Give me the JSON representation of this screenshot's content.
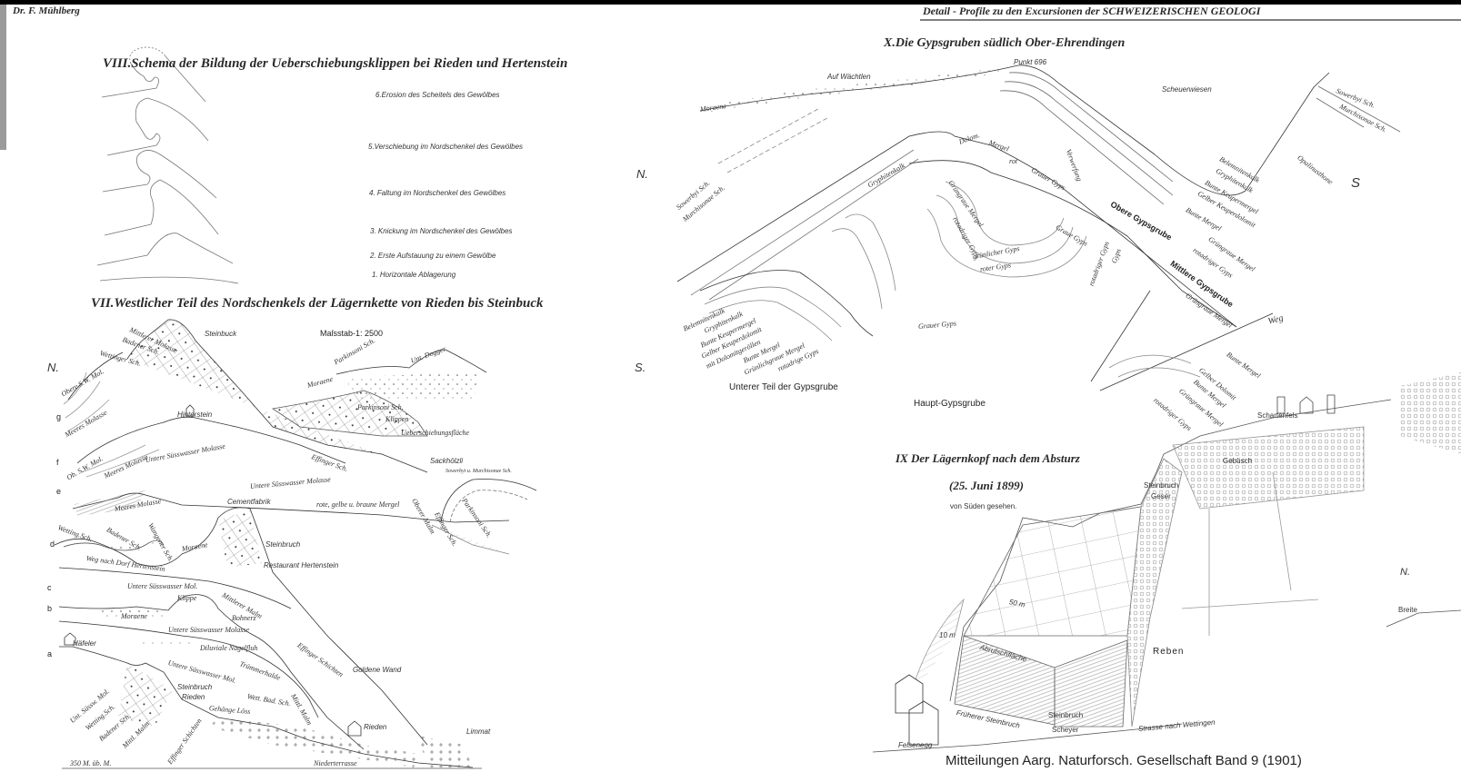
{
  "header": {
    "author": "Dr. F. Mühlberg",
    "series_title": "Detail - Profile zu den Excursionen der SCHWEIZERISCHEN GEOLOGI"
  },
  "viii": {
    "title": "VIII.Schema der Bildung der Ueberschiebungsklippen bei Rieden und Hertenstein",
    "steps": [
      "6.Erosion des Scheitels des Gewölbes",
      "5.Verschiebung im Nordschenkel des Gewölbes",
      "4. Faltung im Nordschenkel des Gewölbes",
      "3. Knickung im Nordschenkel des Gewölbes",
      "2. Erste Aufstauung zu einem Gewölbe",
      "1. Horizontale Ablagerung"
    ]
  },
  "vii": {
    "title": "VII.Westlicher Teil des Nordschenkels der Lägernkette von Rieden bis Steinbuck",
    "scale": "Maſsstab-1: 2500",
    "north": "N.",
    "south": "S.",
    "profile_letters": [
      "g",
      "f",
      "e",
      "d",
      "c",
      "b",
      "a"
    ],
    "labels": [
      "Steinbuck",
      "Mittlerer Molasse",
      "Badener Sch.",
      "Wettinger Sch.",
      "Obere S.W. Mol.",
      "Meeres Molasse",
      "Hinterstein",
      "Parkinsoni Sch.",
      "Klippen",
      "Ueberschiebungsfläche",
      "Moraene",
      "Parkinsoni Sch.",
      "Unt. Dogger",
      "Ob. S.W. Mol.",
      "Meeres Molasse",
      "Untere Süsswasser Molasse",
      "Effinger Sch.",
      "Sackhölzli",
      "Sowerbyi u. Murchisonae Sch.",
      "Untere Süsswasser Molasse",
      "Cementfabrik",
      "rote, gelbe u. braune Mergel",
      "Meeres Molasse",
      "Oberer Malm",
      "Effinger Sch.",
      "Parkinsoni Sch.",
      "Wetting.Sch.",
      "Badener Sch.",
      "Wangener Sch.",
      "Moraene",
      "Steinbruch",
      "Restaurant Hertenstein",
      "Weg nach Dorf Hertenstein",
      "Untere Süsswasser Mol.",
      "Mittlerer Malm",
      "Klippe",
      "Moraene",
      "Bohnerz",
      "Untere Süsswasser Molasse",
      "Häfeler",
      "Diluviale Nagelfluh",
      "Effinger Schichten",
      "Untere Süsswasser Mol.",
      "Trümmerhalde",
      "Goldene Wand",
      "Steinbruch",
      "Rieden",
      "Wett. Bad. Sch.",
      "Mittl. Malm",
      "Gehänge Löss",
      "Unt. Süssw. Mol.",
      "Wetting.Sch.",
      "Badener Sch.",
      "Mittl. Malm",
      "Effinger Schichten",
      "Rieden",
      "Limmat",
      "Niederterrasse",
      "350 M. üb. M."
    ]
  },
  "x": {
    "title": "X.Die Gypsgruben südlich Ober-Ehrendingen",
    "north": "N.",
    "south": "S",
    "labels": [
      "Punkt 696",
      "Auf Wächtlen",
      "Scheuerwiesen",
      "Moraene",
      "Sowerbyi Sch.",
      "Murchisonae Sch.",
      "Opalinusthone",
      "Belemnitenkalk",
      "Gryphitenkalk",
      "Bunte Keupermergel",
      "Gelber Keuperdolomit",
      "Bunte Mergel",
      "Grüngraue Mergel",
      "rotadriger Gyps",
      "Obere Gypsgrube",
      "Mittlere Gypsgrube",
      "Grüngraue Mergel",
      "Weg",
      "Bunte Mergel",
      "Gelber Dolomit",
      "Bunte Mergel",
      "Grüngraue Mergel",
      "rotadriger Gyps",
      "Verwerfung",
      "Grauer Gyps",
      "Dolom.",
      "Mergel",
      "rot",
      "Gryphitenkalk",
      "Grüngraue Mergel",
      "rotadriger Gyps",
      "grünlicher Gyps",
      "roter Gyps",
      "Graue Gyps",
      "Gyps",
      "rotadriger Gyps",
      "Grauer Gyps",
      "Sowerbyi Sch.",
      "Murchisonae Sch.",
      "Belemnitenkalk",
      "Gryphitenkalk",
      "Bunte Keupermergel",
      "Gelber Keuperdolomit",
      "mit Dolomitgeröllen",
      "Bunte Mergel",
      "Grünlichgraue Mergel",
      "rotadrige Gyps",
      "Unterer Teil der Gypsgrube",
      "Haupt-Gypsgrube"
    ]
  },
  "ix": {
    "title": "IX Der Lägernkopf nach dem Absturz",
    "date": "(25. Juni 1899)",
    "subtitle": "von Süden gesehen.",
    "labels": [
      "Steinbruch",
      "Geser",
      "Gebüsch",
      "Schartenfels",
      "50 m",
      "10 m",
      "Abrutschfläche",
      "Reben",
      "Früherer Steinbruch",
      "Steinbruch",
      "Scheyer",
      "Strasse nach Wettingen",
      "Felsenegg",
      "N.",
      "Breite"
    ]
  },
  "caption": "Mitteilungen Aarg. Naturforsch. Gesellschaft Band 9 (1901)"
}
